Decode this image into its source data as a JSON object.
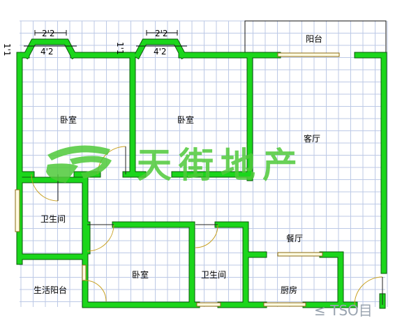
{
  "plan": {
    "dims": {
      "bay_left_top": "2'2",
      "bay_left_bottom": "4'2",
      "bay_right_top": "2'2",
      "bay_right_bottom": "4'2",
      "side_left": "1'1",
      "side_mid": "1'1"
    },
    "rooms": {
      "bedroom_1": "卧室",
      "bedroom_2": "卧室",
      "balcony": "阳台",
      "living_room": "客厅",
      "bathroom_1": "卫生间",
      "dining_room": "餐厅",
      "bedroom_3": "卧室",
      "bathroom_2": "卫生间",
      "kitchen": "厨房",
      "utility_balcony": "生活阳台"
    },
    "watermark": {
      "text": "天街地产",
      "color": "#4fc93a"
    },
    "corner_mark": "≤ TSO目",
    "colors": {
      "wall": "#1bd61b",
      "grid": "#bcc9e6",
      "door_arc": "#c8a020"
    }
  }
}
